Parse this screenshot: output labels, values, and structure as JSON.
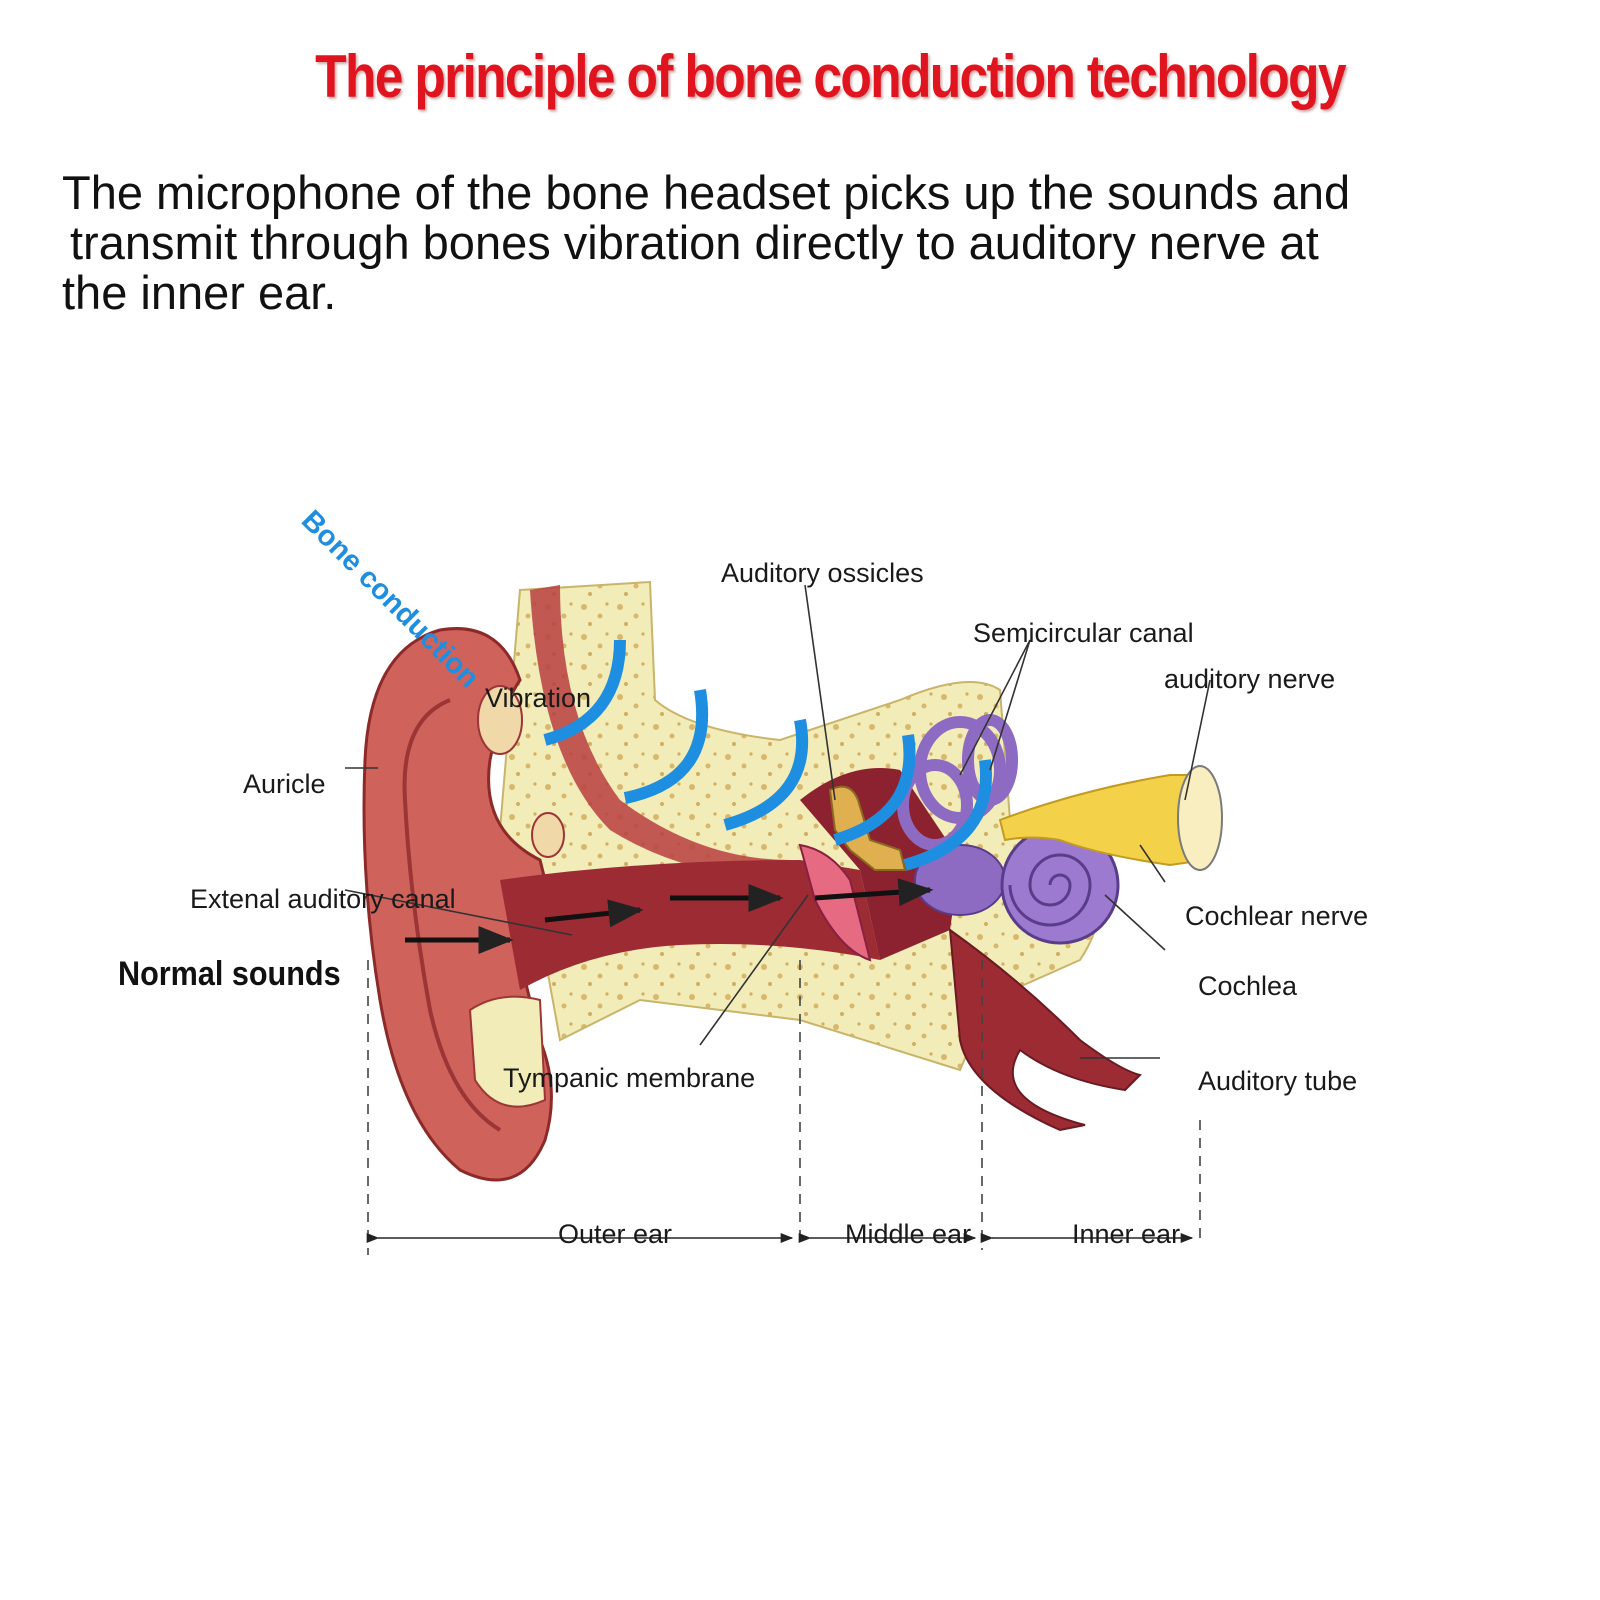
{
  "title": "The principle of bone conduction technology",
  "intro": {
    "line1": "The microphone of the bone headset picks up the sounds and",
    "line2": "transmit through bones vibration directly to auditory nerve at",
    "line3": "the inner ear."
  },
  "labels": {
    "bone_conduction": "Bone conduction",
    "vibration": "Vibration",
    "auditory_ossicles": "Auditory ossicles",
    "semicircular_canal": "Semicircular canal",
    "auditory_nerve": "auditory nerve",
    "auricle": "Auricle",
    "external_auditory_canal": "Extenal auditory canal",
    "normal_sounds": "Normal sounds",
    "cochlear_nerve": "Cochlear nerve",
    "cochlea": "Cochlea",
    "tympanic_membrane": "Tympanic membrane",
    "auditory_tube": "Auditory tube"
  },
  "sections": {
    "outer_ear": "Outer ear",
    "middle_ear": "Middle ear",
    "inner_ear": "Inner ear"
  },
  "colors": {
    "title_red": "#e0141e",
    "vibration_blue": "#1e8fe0",
    "skin": "#c8504e",
    "canal": "#9c2b34",
    "bone": "#f2ecb8",
    "cochlea_purple": "#8e6bc2",
    "nerve_yellow": "#f3d24a"
  }
}
